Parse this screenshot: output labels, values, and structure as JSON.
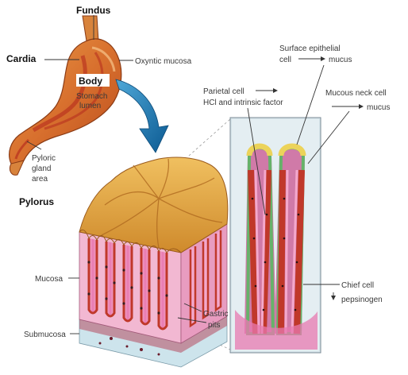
{
  "labels": {
    "fundus": "Fundus",
    "cardia": "Cardia",
    "oxyntic_mucosa": "Oxyntic mucosa",
    "body": "Body",
    "stomach_lumen_1": "Stomach",
    "stomach_lumen_2": "lumen",
    "pyloric_gland_1": "Pyloric",
    "pyloric_gland_2": "gland",
    "pyloric_gland_3": "area",
    "pylorus": "Pylorus",
    "parietal_cell": "Parietal cell",
    "hcl_intrinsic": "HCl and intrinsic factor",
    "surface_epithelial_1": "Surface epithelial",
    "surface_epithelial_2": "cell",
    "surface_mucus": "mucus",
    "mucous_neck_cell": "Mucous neck cell",
    "neck_mucus": "mucus",
    "mucosa": "Mucosa",
    "gastric_pits_1": "Gastric",
    "gastric_pits_2": "pits",
    "chief_cell": "Chief cell",
    "pepsinogen": "pepsinogen",
    "submucosa": "Submucosa"
  },
  "colors": {
    "stomach": "#d8702e",
    "stomach_inner": "#b2241c",
    "mucosa_top": "#e0a040",
    "gland_pink": "#e87ab0",
    "gland_red": "#c0382a",
    "epithelium_yellow": "#ecd35a",
    "neck_green": "#66b26a",
    "submucosa": "#cde4ec",
    "arrow_blue": "#1a6ea8",
    "panel_bg": "#d6e4ea"
  }
}
